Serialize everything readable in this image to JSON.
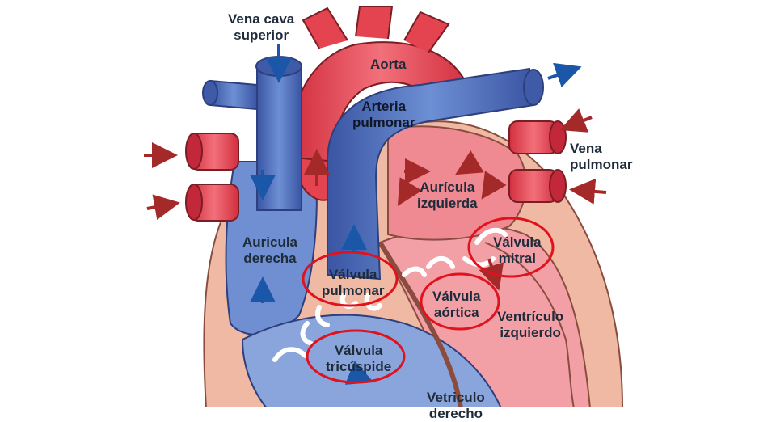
{
  "labels": {
    "vena_cava_superior": [
      "Vena cava",
      "superior"
    ],
    "aorta": "Aorta",
    "arteria_pulmonar": [
      "Arteria",
      "pulmonar"
    ],
    "vena_pulmonar": [
      "Vena",
      "pulmonar"
    ],
    "auricula_izquierda": [
      "Aurícula",
      "izquierda"
    ],
    "auricula_derecha": [
      "Auricula",
      "derecha"
    ],
    "valvula_mitral": [
      "Válvula",
      "mitral"
    ],
    "valvula_pulmonar": [
      "Válvula",
      "pulmonar"
    ],
    "valvula_aortica": [
      "Válvula",
      "aórtica"
    ],
    "ventriculo_izquierdo": [
      "Ventrículo",
      "izquierdo"
    ],
    "valvula_tricuspide": [
      "Válvula",
      "tricúspide"
    ],
    "ventriculo_derecho": [
      "Vetriculo",
      "derecho"
    ]
  },
  "colors": {
    "oxygenated_blood": "#e8424f",
    "deoxygenated_blood": "#4a6ab8",
    "muscle_wall": "#f0b9a4",
    "arrow_red": "#a42a2a",
    "arrow_blue": "#1b57a8",
    "highlight_ring": "#e0121e"
  }
}
